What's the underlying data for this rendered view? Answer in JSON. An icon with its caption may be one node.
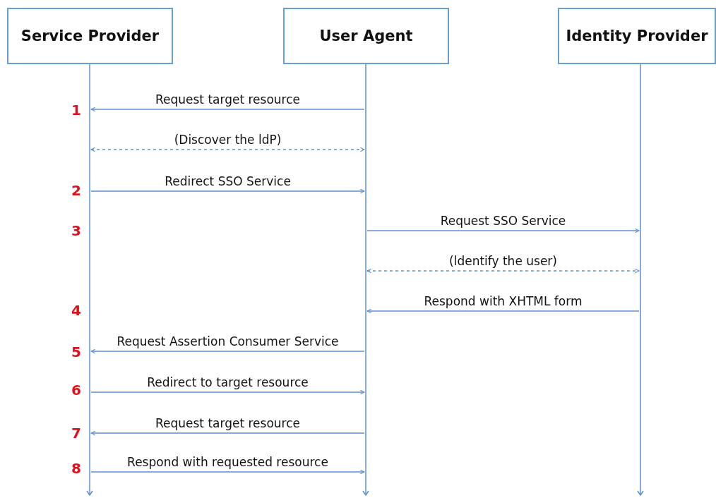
{
  "diagram": {
    "nodes": [
      {
        "text": [
          "Service Provider"
        ]
      },
      {
        "text": [
          "User Agent"
        ]
      },
      {
        "text": [
          "Identity Provider"
        ]
      }
    ],
    "edges": [
      {
        "from": 1,
        "to": 0,
        "arrow": "to",
        "label": "Request target resource"
      },
      {
        "from": 0,
        "to": 1,
        "arrow": "both",
        "style": "dashed",
        "label": "(Discover the ldP)"
      },
      {
        "from": 0,
        "to": 1,
        "arrow": "to",
        "label": "Redirect SSO Service"
      },
      {
        "from": 1,
        "to": 2,
        "arrow": "to",
        "label": "Request SSO Service"
      },
      {
        "from": 1,
        "to": 2,
        "arrow": "both",
        "style": "dashed",
        "label": "(ldentify the user)"
      },
      {
        "from": 2,
        "to": 1,
        "arrow": "to",
        "label": "Respond with XHTML form"
      },
      {
        "from": 1,
        "to": 0,
        "arrow": "to",
        "label": "Request Assertion Consumer Service"
      },
      {
        "from": 0,
        "to": 1,
        "arrow": "to",
        "label": "Redirect to target resource"
      },
      {
        "from": 1,
        "to": 0,
        "arrow": "to",
        "label": "Request target resource"
      },
      {
        "from": 0,
        "to": 1,
        "arrow": "to",
        "label": "Respond with requested resource"
      }
    ],
    "labels": [
      "1",
      "2",
      "3",
      "4",
      "5",
      "6",
      "7",
      "8"
    ]
  }
}
